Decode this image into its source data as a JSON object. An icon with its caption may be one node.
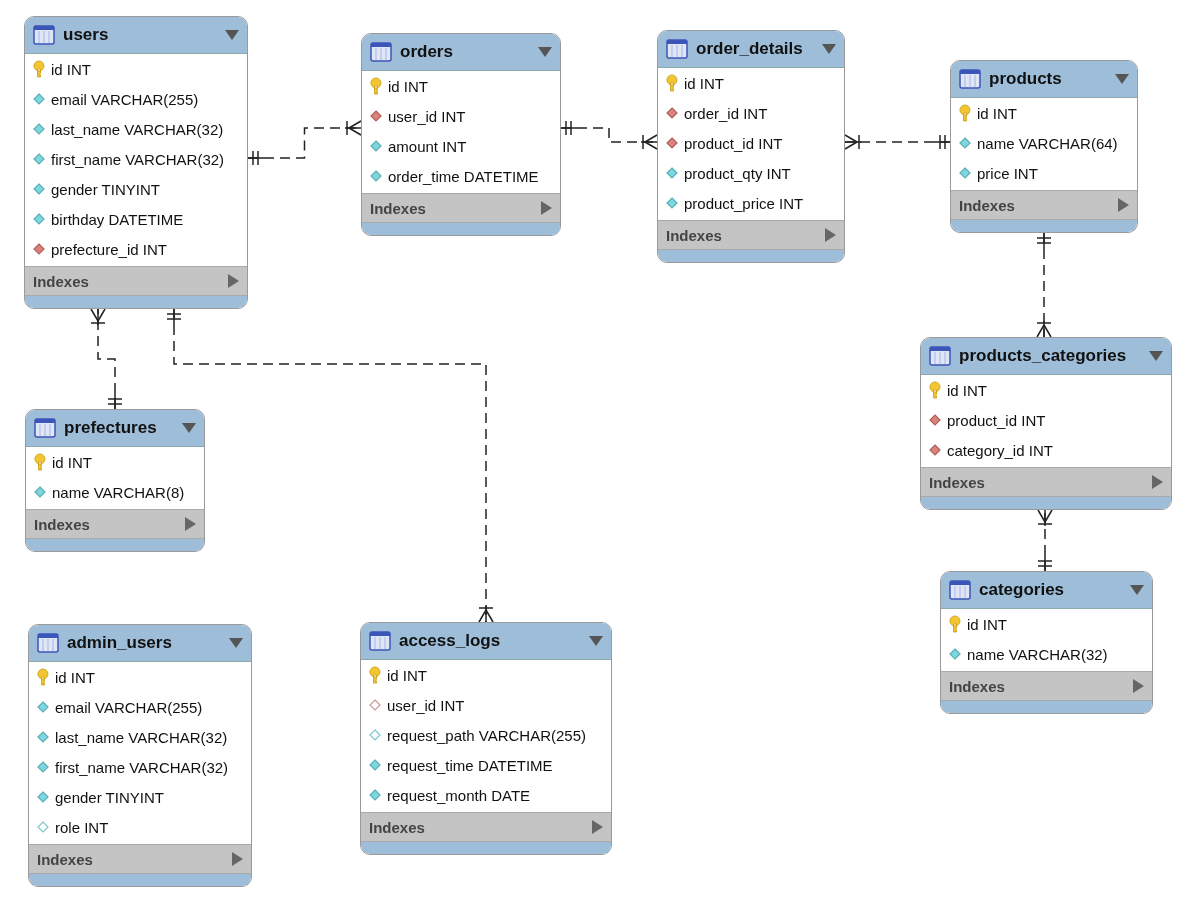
{
  "diagram": {
    "nodes": [
      {
        "text": [
          "users",
          "id INT",
          "email VARCHAR(255)",
          "last_name VARCHAR(32)",
          "first_name VARCHAR(32)",
          "gender TINYINT",
          "birthday DATETIME",
          "prefecture_id INT",
          "Indexes"
        ]
      },
      {
        "text": [
          "orders",
          "id INT",
          "user_id INT",
          "amount INT",
          "order_time DATETIME",
          "Indexes"
        ]
      },
      {
        "text": [
          "order_details",
          "id INT",
          "order_id INT",
          "product_id INT",
          "product_qty INT",
          "product_price INT",
          "Indexes"
        ]
      },
      {
        "text": [
          "products",
          "id INT",
          "name VARCHAR(64)",
          "price INT",
          "Indexes"
        ]
      },
      {
        "text": [
          "products_categories",
          "id INT",
          "product_id INT",
          "category_id INT",
          "Indexes"
        ]
      },
      {
        "text": [
          "prefectures",
          "id INT",
          "name VARCHAR(8)",
          "Indexes"
        ]
      },
      {
        "text": [
          "categories",
          "id INT",
          "name VARCHAR(32)",
          "Indexes"
        ]
      },
      {
        "text": [
          "admin_users",
          "id INT",
          "email VARCHAR(255)",
          "last_name VARCHAR(32)",
          "first_name VARCHAR(32)",
          "gender TINYINT",
          "role INT",
          "Indexes"
        ]
      },
      {
        "text": [
          "access_logs",
          "id INT",
          "user_id INT",
          "request_path VARCHAR(255)",
          "request_time DATETIME",
          "request_month DATE",
          "Indexes"
        ]
      }
    ],
    "edges": [
      {
        "from": 0,
        "to": 1,
        "arrow": "other",
        "style": "dashed"
      },
      {
        "from": 1,
        "to": 2,
        "arrow": "other",
        "style": "dashed"
      },
      {
        "from": 3,
        "to": 2,
        "arrow": "other",
        "style": "dashed"
      },
      {
        "from": 3,
        "to": 4,
        "arrow": "other",
        "style": "dashed"
      },
      {
        "from": 6,
        "to": 4,
        "arrow": "other",
        "style": "dashed"
      },
      {
        "from": 5,
        "to": 0,
        "arrow": "other",
        "style": "dashed"
      },
      {
        "from": 0,
        "to": 8,
        "arrow": "other",
        "style": "dashed"
      }
    ]
  }
}
